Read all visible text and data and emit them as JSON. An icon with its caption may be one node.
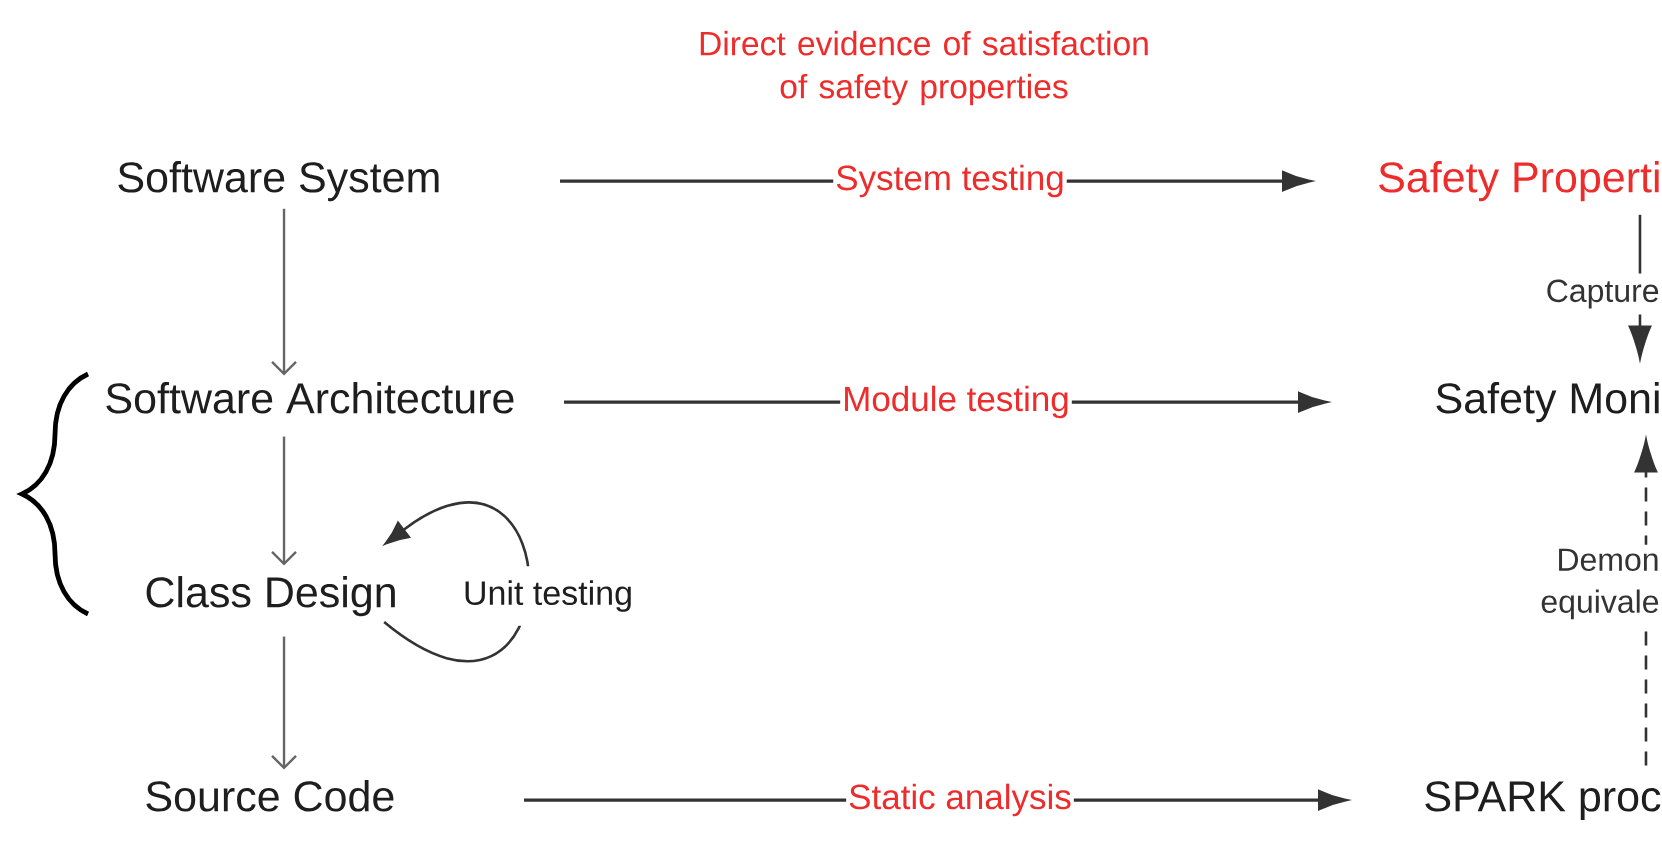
{
  "diagram": {
    "nodes": [
      {
        "text": [
          "Software System"
        ]
      },
      {
        "text": [
          "Software Architecture"
        ]
      },
      {
        "text": [
          "Class Design"
        ]
      },
      {
        "text": [
          "Source Code"
        ]
      },
      {
        "text": [
          "Safety Properti"
        ]
      },
      {
        "text": [
          "Safety Moni"
        ]
      },
      {
        "text": [
          "SPARK proc"
        ]
      }
    ],
    "edges": [
      {
        "from": 0,
        "to": 1,
        "arrow": "to",
        "color": "#666666"
      },
      {
        "from": 1,
        "to": 2,
        "arrow": "to",
        "color": "#666666"
      },
      {
        "from": 2,
        "to": 3,
        "arrow": "to",
        "color": "#666666"
      },
      {
        "from": 2,
        "to": 2,
        "arrow": "to",
        "label": "Unit testing"
      },
      {
        "from": 0,
        "to": 4,
        "arrow": "to",
        "label": "System testing"
      },
      {
        "from": 1,
        "to": 5,
        "arrow": "to",
        "label": "Module testing"
      },
      {
        "from": 3,
        "to": 6,
        "arrow": "to",
        "label": "Static analysis"
      },
      {
        "from": 4,
        "to": 5,
        "arrow": "to",
        "label": "Capture"
      },
      {
        "from": 6,
        "to": 5,
        "arrow": "to",
        "label": "Demon equivale",
        "style": "dashed"
      }
    ],
    "labels": [
      "Direct evidence of satisfaction of safety properties"
    ]
  }
}
